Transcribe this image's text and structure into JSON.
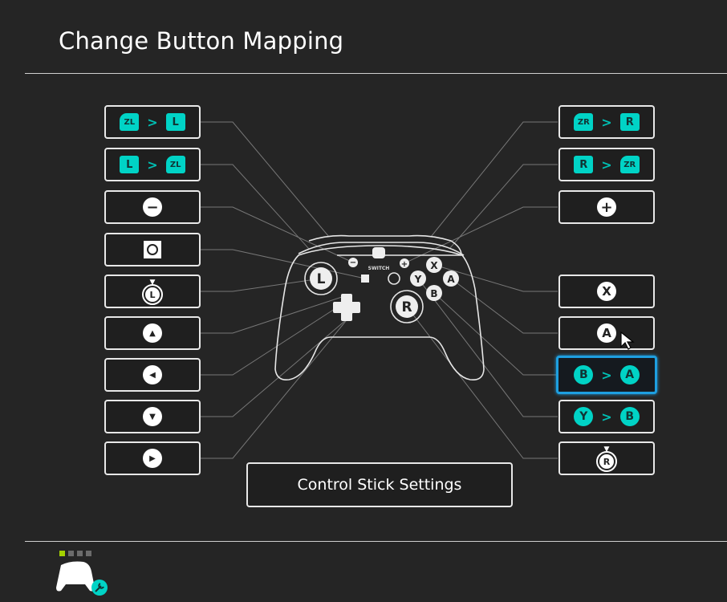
{
  "title": "Change Button Mapping",
  "accent": "#00d3c6",
  "selection_color": "#1e9fe0",
  "left_mappings": [
    {
      "from": "ZL",
      "to": "L",
      "remapped": true
    },
    {
      "from": "L",
      "to": "ZL",
      "remapped": true
    },
    {
      "icon": "minus-icon"
    },
    {
      "icon": "capture-icon"
    },
    {
      "icon": "left-stick-press-icon",
      "label": "L"
    },
    {
      "icon": "dpad-up-icon"
    },
    {
      "icon": "dpad-left-icon"
    },
    {
      "icon": "dpad-down-icon"
    },
    {
      "icon": "dpad-right-icon"
    }
  ],
  "right_mappings": [
    {
      "from": "ZR",
      "to": "R",
      "remapped": true
    },
    {
      "from": "R",
      "to": "ZR",
      "remapped": true
    },
    {
      "icon": "plus-icon"
    },
    {
      "label": "X"
    },
    {
      "label": "A"
    },
    {
      "from": "B",
      "to": "A",
      "remapped": true,
      "selected": true
    },
    {
      "from": "Y",
      "to": "B",
      "remapped": true
    },
    {
      "icon": "right-stick-press-icon",
      "label": "R"
    }
  ],
  "controller": {
    "logo": "SWITCH",
    "left_stick": "L",
    "right_stick": "R",
    "buttons": [
      "X",
      "Y",
      "A",
      "B"
    ]
  },
  "control_stick_button": "Control Stick Settings",
  "arrow": ">",
  "footer": {
    "player_slots": 4,
    "active_slot": 1,
    "icon": "controller-settings-icon"
  }
}
